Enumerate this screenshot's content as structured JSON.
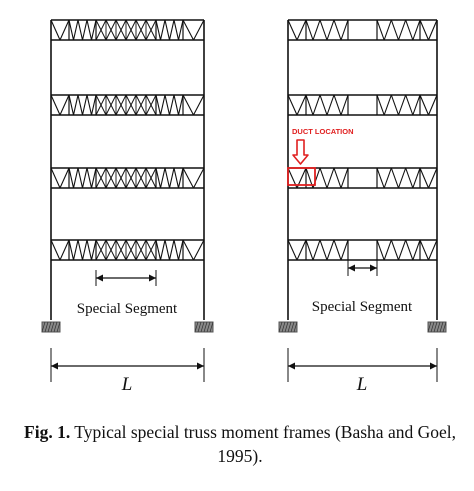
{
  "left_frame": {
    "segment_label": "Special Segment",
    "span_label": "L"
  },
  "right_frame": {
    "segment_label": "Special Segment",
    "span_label": "L",
    "duct_label": "DUCT LOCATION"
  },
  "caption": {
    "label": "Fig. 1.",
    "text": " Typical special truss moment frames (Basha and Goel, 1995)."
  },
  "colors": {
    "line": "#111111",
    "duct": "#e02020",
    "support": "#555555"
  }
}
